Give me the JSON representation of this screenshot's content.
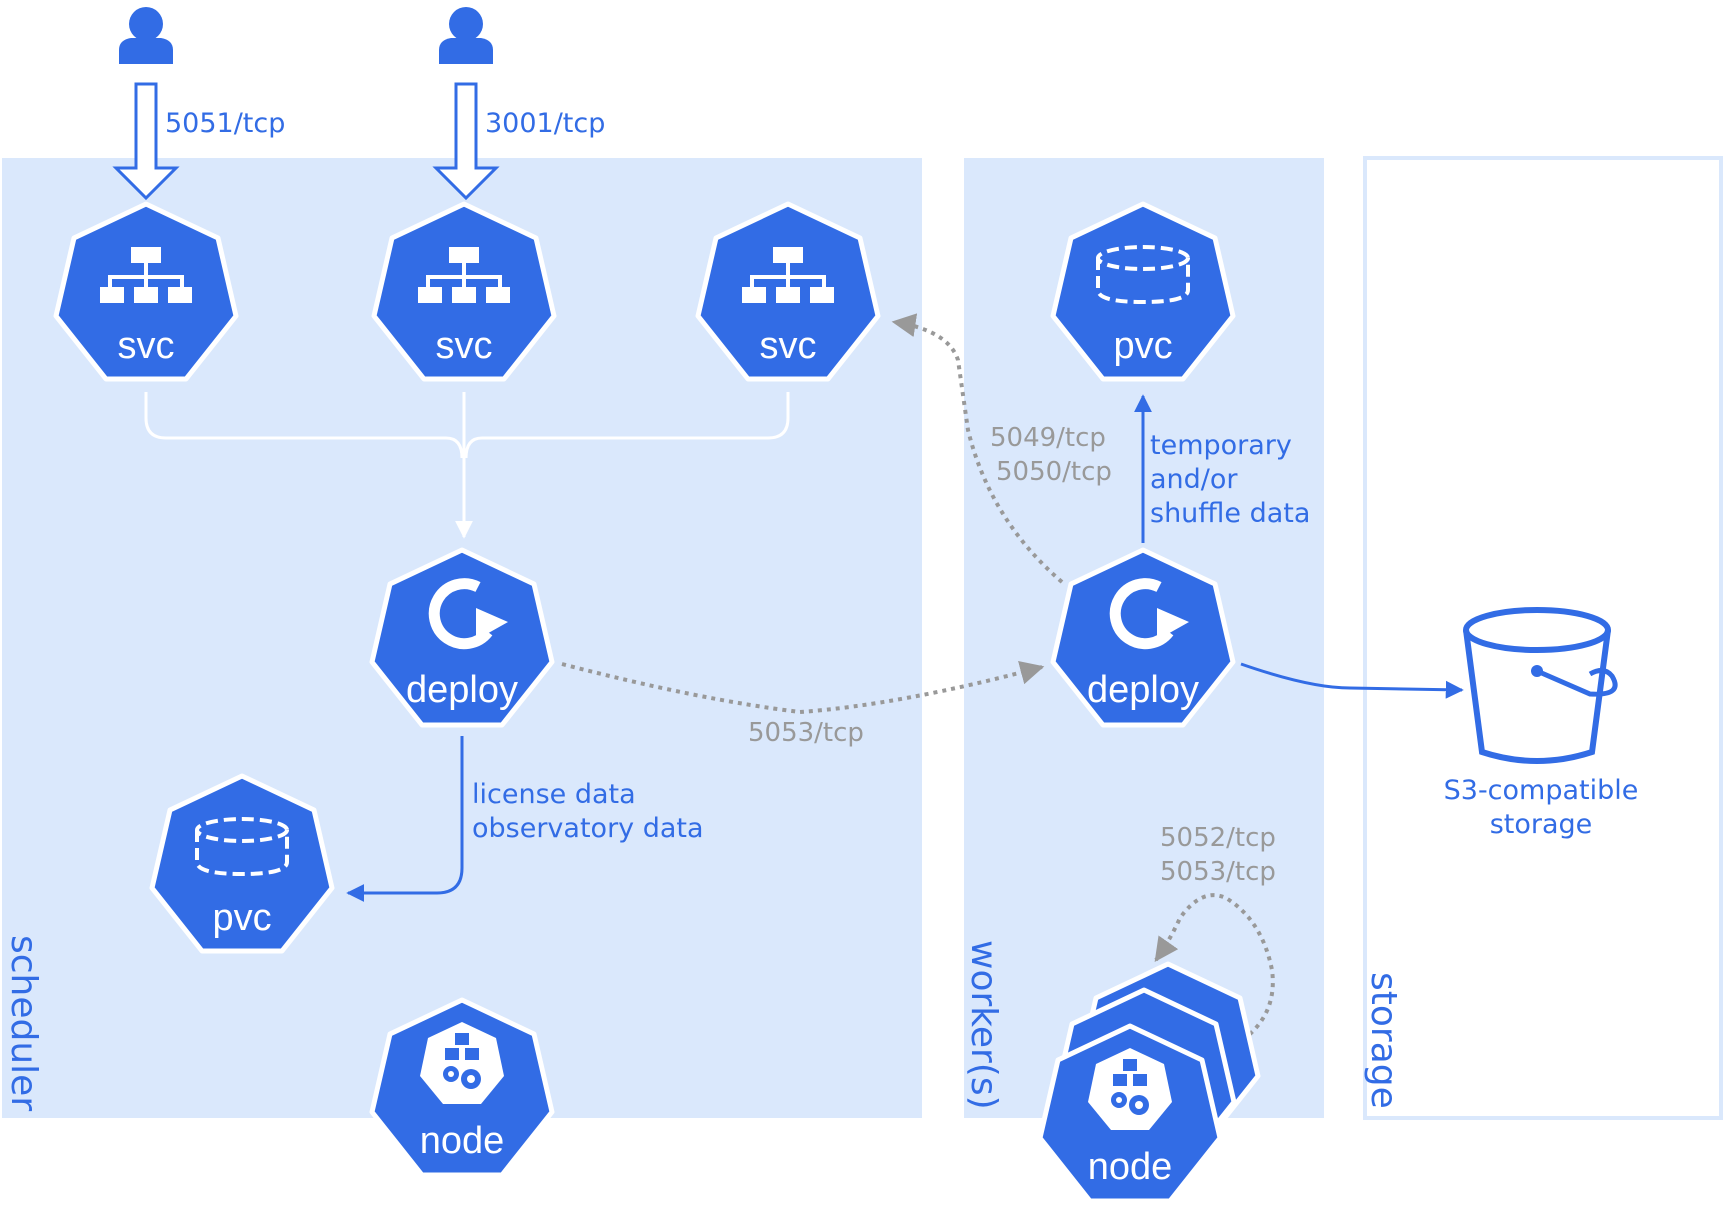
{
  "zones": {
    "scheduler": "scheduler",
    "workers": "worker(s)",
    "storage": "storage"
  },
  "ports": {
    "user1": "5051/tcp",
    "user2": "3001/tcp",
    "svc_worker_1": "5049/tcp",
    "svc_worker_2": "5050/tcp",
    "deploy_link": "5053/tcp",
    "node_self_1": "5052/tcp",
    "node_self_2": "5053/tcp"
  },
  "nodes": {
    "svc1": "svc",
    "svc2": "svc",
    "svc3": "svc",
    "scheduler_deploy": "deploy",
    "scheduler_pvc": "pvc",
    "scheduler_node": "node",
    "worker_pvc": "pvc",
    "worker_deploy": "deploy",
    "worker_node": "node"
  },
  "annotations": {
    "license_1": "license data",
    "license_2": "observatory data",
    "temp_1": "temporary",
    "temp_2": "and/or",
    "temp_3": "shuffle data"
  },
  "storage": {
    "label_1": "S3-compatible",
    "label_2": "storage"
  },
  "colors": {
    "k8s_blue": "#326ce5",
    "zone_fill": "#dae8fc",
    "dotted_gray": "#999999"
  }
}
